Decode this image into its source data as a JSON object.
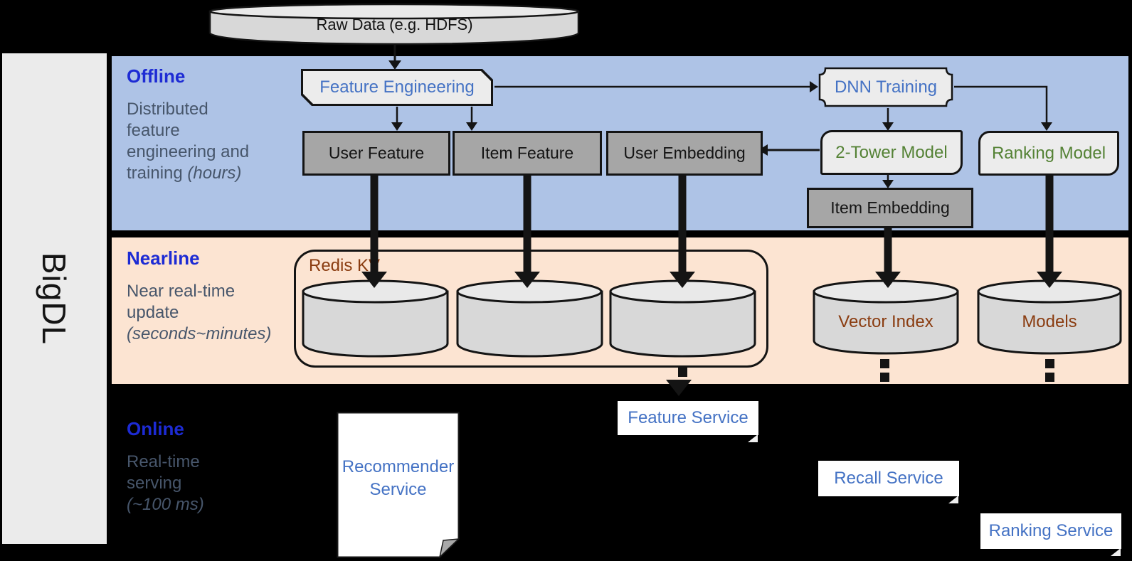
{
  "sidebar": {
    "label": "BigDL"
  },
  "datastore": {
    "raw_data_label": "Raw Data (e.g. HDFS)"
  },
  "sections": {
    "offline": {
      "title": "Offline",
      "line1": "Distributed",
      "line2": "feature",
      "line3": "engineering and",
      "line4": "training ",
      "line4_italic": "(hours)"
    },
    "nearline": {
      "title": "Nearline",
      "line1": "Near real-time",
      "line2": "update",
      "line3_italic": "(seconds~minutes)"
    },
    "online": {
      "title": "Online",
      "line1": "Real-time",
      "line2": "serving",
      "line3_italic": "(~100 ms)"
    }
  },
  "nodes": {
    "feature_engineering": "Feature Engineering",
    "dnn_training": "DNN Training",
    "user_feature": "User Feature",
    "item_feature": "Item Feature",
    "user_embedding": "User Embedding",
    "two_tower_model": "2-Tower Model",
    "ranking_model": "Ranking Model",
    "item_embedding": "Item Embedding",
    "redis_kv": "Redis KV",
    "vector_index": "Vector Index",
    "models": "Models",
    "recommender_service": "Recommender Service",
    "feature_service": "Feature Service",
    "recall_service": "Recall Service",
    "ranking_service": "Ranking Service"
  },
  "colors": {
    "offline_band": "#aec3e6",
    "nearline_band": "#fce4d2",
    "panel_gray": "#ebebeb",
    "header_blue": "#1d2bd4",
    "body_slate": "#47566b",
    "box_gray": "#a6a6a6",
    "brown": "#8a3c10",
    "green": "#548235",
    "service_blue": "#4472c4"
  }
}
